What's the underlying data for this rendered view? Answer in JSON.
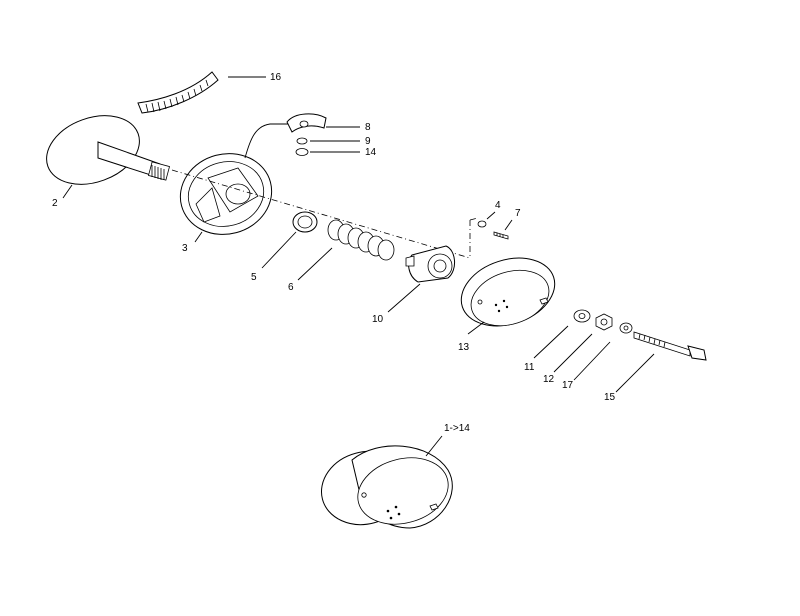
{
  "diagram": {
    "callouts": [
      {
        "id": "c16",
        "text": "16"
      },
      {
        "id": "c8",
        "text": "8"
      },
      {
        "id": "c9",
        "text": "9"
      },
      {
        "id": "c14",
        "text": "14"
      },
      {
        "id": "c2",
        "text": "2"
      },
      {
        "id": "c3",
        "text": "3"
      },
      {
        "id": "c4",
        "text": "4"
      },
      {
        "id": "c7",
        "text": "7"
      },
      {
        "id": "c5",
        "text": "5"
      },
      {
        "id": "c6",
        "text": "6"
      },
      {
        "id": "c10",
        "text": "10"
      },
      {
        "id": "c13",
        "text": "13"
      },
      {
        "id": "c11",
        "text": "11"
      },
      {
        "id": "c12",
        "text": "12"
      },
      {
        "id": "c17",
        "text": "17"
      },
      {
        "id": "c15",
        "text": "15"
      },
      {
        "id": "c1to14",
        "text": "1->14"
      }
    ]
  }
}
